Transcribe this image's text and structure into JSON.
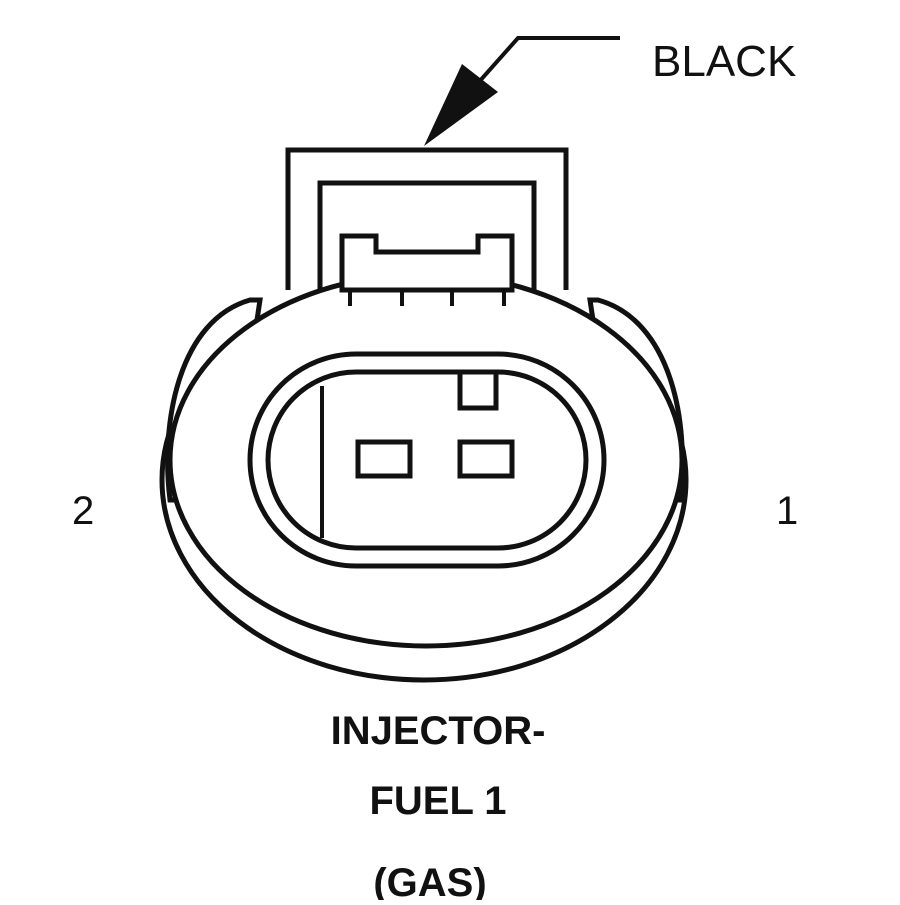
{
  "callout": {
    "label": "BLACK"
  },
  "pins": {
    "left": "2",
    "right": "1"
  },
  "title": {
    "line1": "INJECTOR-",
    "line2": "FUEL 1",
    "line3": "(GAS)"
  },
  "colors": {
    "line": "#111111",
    "background": "#ffffff"
  }
}
